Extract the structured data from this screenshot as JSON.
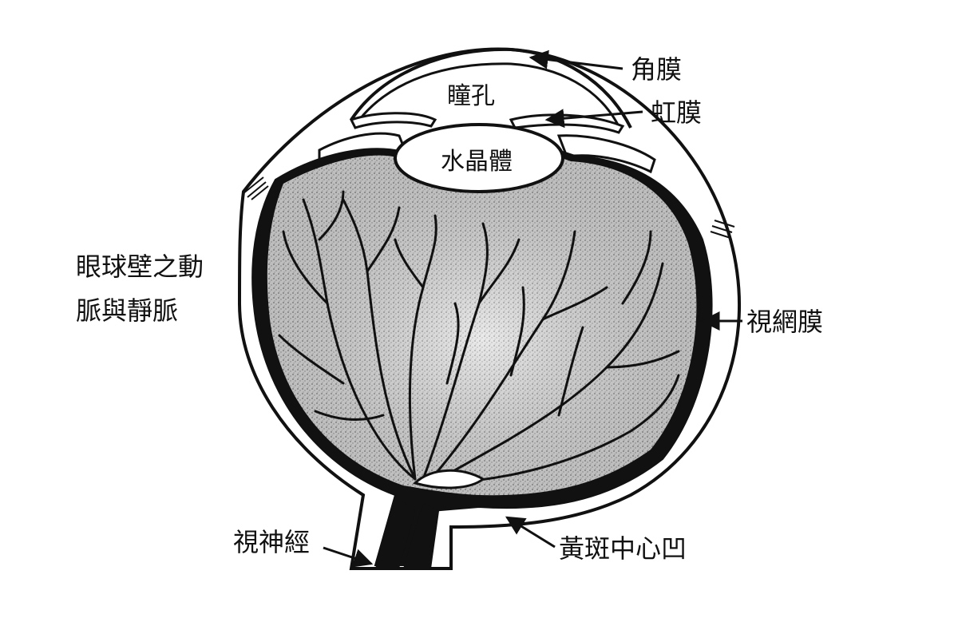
{
  "labels": {
    "cornea": "角膜",
    "pupil": "瞳孔",
    "iris": "虹膜",
    "lens": "水晶體",
    "vessels_line1": "眼球壁之動",
    "vessels_line2": "脈與靜脈",
    "retina": "視網膜",
    "optic_nerve": "視神經",
    "fovea": "黃斑中心凹"
  },
  "colors": {
    "ink": "#111111",
    "paper": "#ffffff",
    "stipple_light": "#d9d9d9",
    "stipple_dark": "#a9a9a9"
  }
}
